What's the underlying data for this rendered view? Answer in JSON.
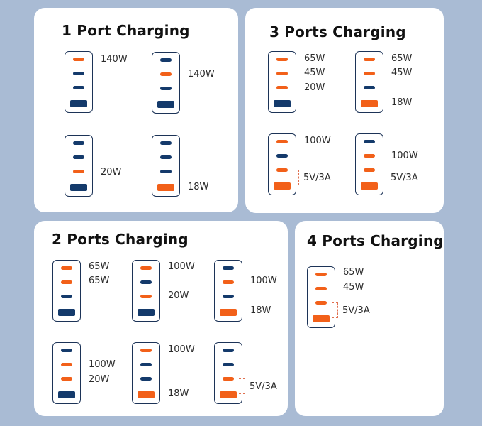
{
  "colors": {
    "background": "#a9bbd4",
    "card": "#ffffff",
    "port_active": "#f26019",
    "port_inactive": "#143a6b",
    "device_outline": "#1c3357",
    "bracket": "#e07050"
  },
  "port_order": [
    "C1",
    "C2",
    "C3",
    "A"
  ],
  "cards": [
    {
      "title": "1 Port Charging",
      "devices": [
        {
          "ports": [
            "on",
            "off",
            "off",
            "off"
          ],
          "labels": [
            "140W",
            "",
            "",
            ""
          ]
        },
        {
          "ports": [
            "off",
            "on",
            "off",
            "off"
          ],
          "labels": [
            "",
            "140W",
            "",
            ""
          ]
        },
        {
          "ports": [
            "off",
            "off",
            "on",
            "off"
          ],
          "labels": [
            "",
            "",
            "20W",
            ""
          ]
        },
        {
          "ports": [
            "off",
            "off",
            "off",
            "on"
          ],
          "labels": [
            "",
            "",
            "",
            "18W"
          ]
        }
      ]
    },
    {
      "title": "3 Ports Charging",
      "devices": [
        {
          "ports": [
            "on",
            "on",
            "on",
            "off"
          ],
          "labels": [
            "65W",
            "45W",
            "20W",
            ""
          ]
        },
        {
          "ports": [
            "on",
            "on",
            "off",
            "on"
          ],
          "labels": [
            "65W",
            "45W",
            "",
            "18W"
          ]
        },
        {
          "ports": [
            "on",
            "off",
            "on",
            "on"
          ],
          "labels": [
            "100W",
            "",
            "",
            ""
          ],
          "shared_label": "5V/3A"
        },
        {
          "ports": [
            "off",
            "on",
            "on",
            "on"
          ],
          "labels": [
            "",
            "100W",
            "",
            ""
          ],
          "shared_label": "5V/3A"
        }
      ]
    },
    {
      "title": "2 Ports Charging",
      "devices": [
        {
          "ports": [
            "on",
            "on",
            "off",
            "off"
          ],
          "labels": [
            "65W",
            "65W",
            "",
            ""
          ]
        },
        {
          "ports": [
            "on",
            "off",
            "on",
            "off"
          ],
          "labels": [
            "100W",
            "",
            "20W",
            ""
          ]
        },
        {
          "ports": [
            "off",
            "on",
            "off",
            "on"
          ],
          "labels": [
            "",
            "100W",
            "",
            "18W"
          ]
        },
        {
          "ports": [
            "off",
            "on",
            "on",
            "off"
          ],
          "labels": [
            "",
            "100W",
            "20W",
            ""
          ]
        },
        {
          "ports": [
            "on",
            "off",
            "off",
            "on"
          ],
          "labels": [
            "100W",
            "",
            "",
            "18W"
          ]
        },
        {
          "ports": [
            "off",
            "off",
            "on",
            "on"
          ],
          "labels": [
            "",
            "",
            "",
            ""
          ],
          "shared_label": "5V/3A"
        }
      ]
    },
    {
      "title": "4 Ports Charging",
      "devices": [
        {
          "ports": [
            "on",
            "on",
            "on",
            "on"
          ],
          "labels": [
            "65W",
            "45W",
            "",
            ""
          ],
          "shared_label": "5V/3A"
        }
      ]
    }
  ]
}
